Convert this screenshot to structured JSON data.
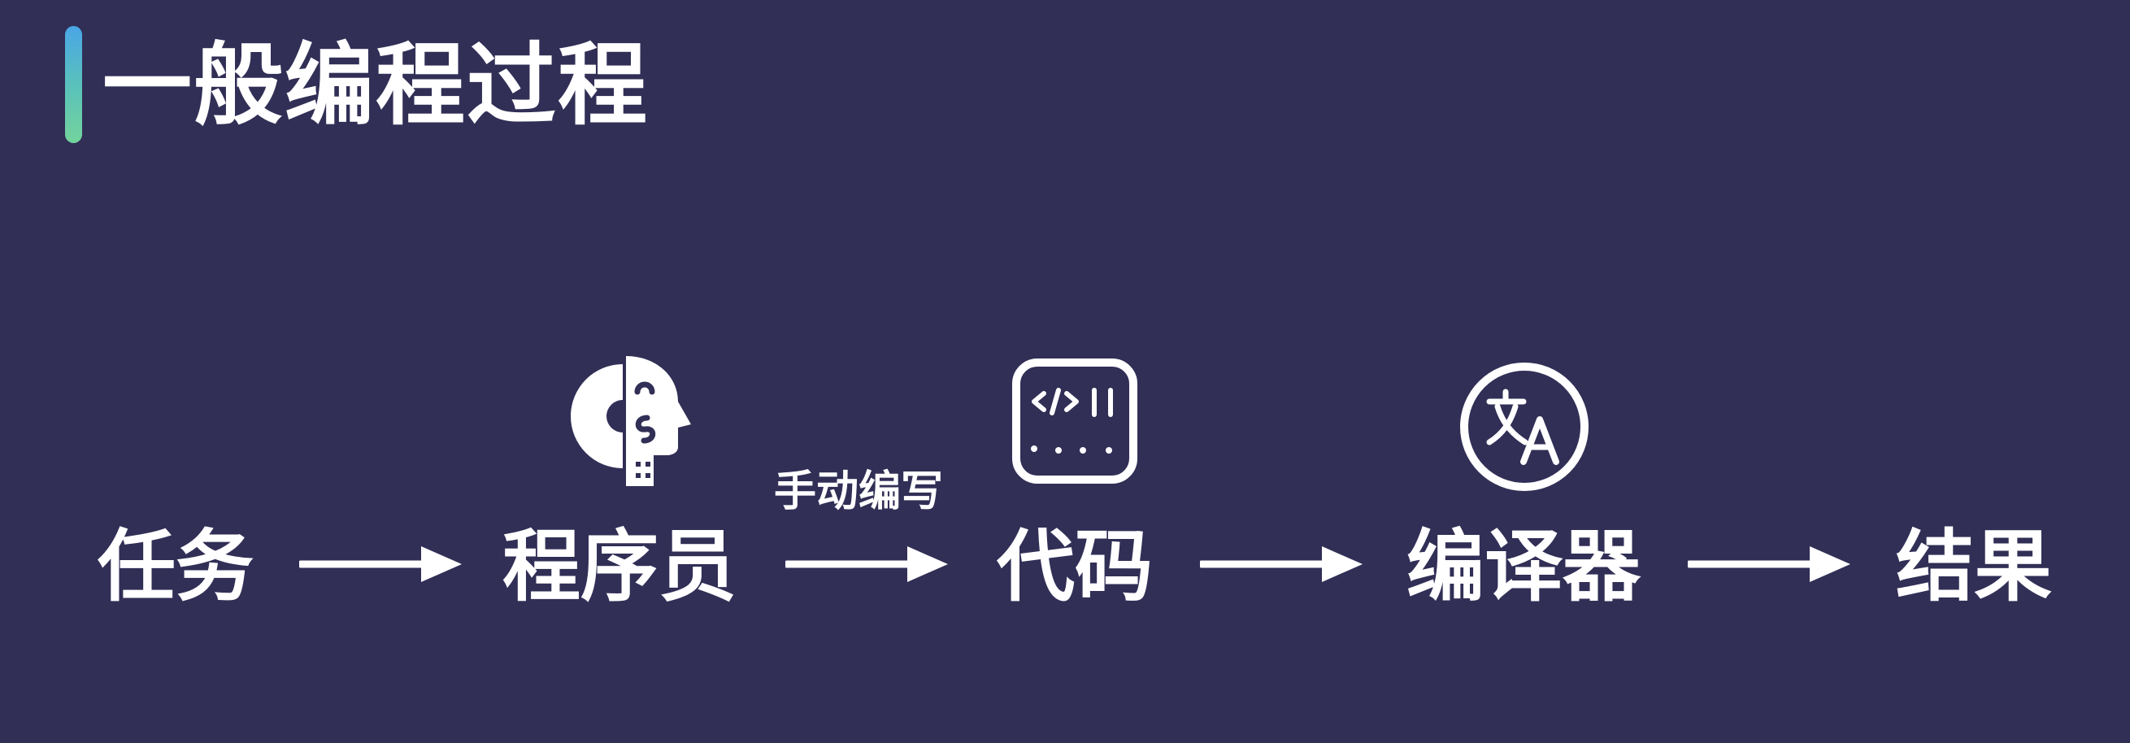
{
  "title": "一般编程过程",
  "nodes": [
    {
      "id": "task",
      "label": "任务"
    },
    {
      "id": "programmer",
      "label": "程序员",
      "icon": "human-head-profile-icon"
    },
    {
      "id": "code",
      "label": "代码",
      "icon": "code-window-icon"
    },
    {
      "id": "compiler",
      "label": "编译器",
      "icon": "translate-icon"
    },
    {
      "id": "result",
      "label": "结果"
    }
  ],
  "edges": [
    {
      "from": "task",
      "to": "programmer",
      "label": ""
    },
    {
      "from": "programmer",
      "to": "code",
      "label": "手动编写"
    },
    {
      "from": "code",
      "to": "compiler",
      "label": ""
    },
    {
      "from": "compiler",
      "to": "result",
      "label": ""
    }
  ],
  "colors": {
    "background": "#312f56",
    "foreground": "#ffffff",
    "accent_gradient": [
      "#4aa6e6",
      "#73d49c"
    ]
  }
}
